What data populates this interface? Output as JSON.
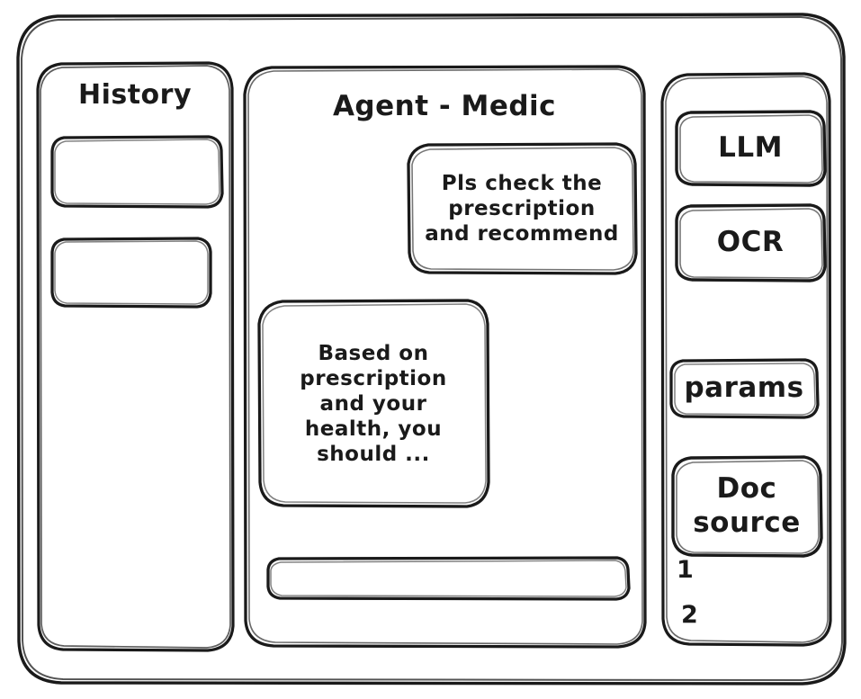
{
  "window": {
    "frame_name": "app-window-frame"
  },
  "sidebar_history": {
    "title": "History",
    "items": [
      {
        "label": "",
        "name": "history-item-1"
      },
      {
        "label": "",
        "name": "history-item-2"
      }
    ]
  },
  "main": {
    "title": "Agent - Medic",
    "messages": [
      {
        "role": "user",
        "text": "Pls check the\nprescription\nand recommend"
      },
      {
        "role": "assistant",
        "text": "Based on\nprescription\nand your\nhealth, you\nshould ..."
      }
    ],
    "composer": {
      "value": "",
      "placeholder": ""
    }
  },
  "tools": {
    "buttons": [
      {
        "label": "LLM"
      },
      {
        "label": "OCR"
      },
      {
        "label": "params"
      },
      {
        "label": "Doc\nsource"
      }
    ],
    "doc_list": [
      {
        "label": "1"
      },
      {
        "label": "2"
      }
    ]
  },
  "style": {
    "ink": "#1a1a1a",
    "paper": "#ffffff"
  }
}
